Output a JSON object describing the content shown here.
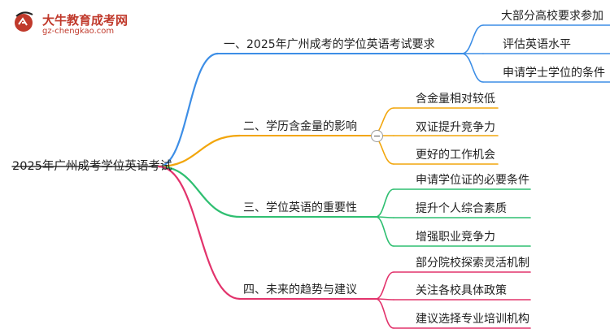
{
  "logo": {
    "name": "大牛教育成考网",
    "url": "gz-chengkao.com"
  },
  "root": "2025年广州成考学位英语考试",
  "branches": [
    {
      "label": "一、2025年广州成考的学位英语考试要求",
      "color": "#3d8ee6",
      "children": [
        "大部分高校要求参加",
        "评估英语水平",
        "申请学士学位的条件"
      ]
    },
    {
      "label": "二、学历含金量的影响",
      "color": "#f2a60c",
      "children": [
        "含金量相对较低",
        "双证提升竞争力",
        "更好的工作机会"
      ]
    },
    {
      "label": "三、学位英语的重要性",
      "color": "#2fbf71",
      "children": [
        "申请学位证的必要条件",
        "提升个人综合素质",
        "增强职业竞争力"
      ]
    },
    {
      "label": "四、未来的趋势与建议",
      "color": "#e2336c",
      "children": [
        "部分院校探索灵活机制",
        "关注各校具体政策",
        "建议选择专业培训机构"
      ]
    }
  ]
}
